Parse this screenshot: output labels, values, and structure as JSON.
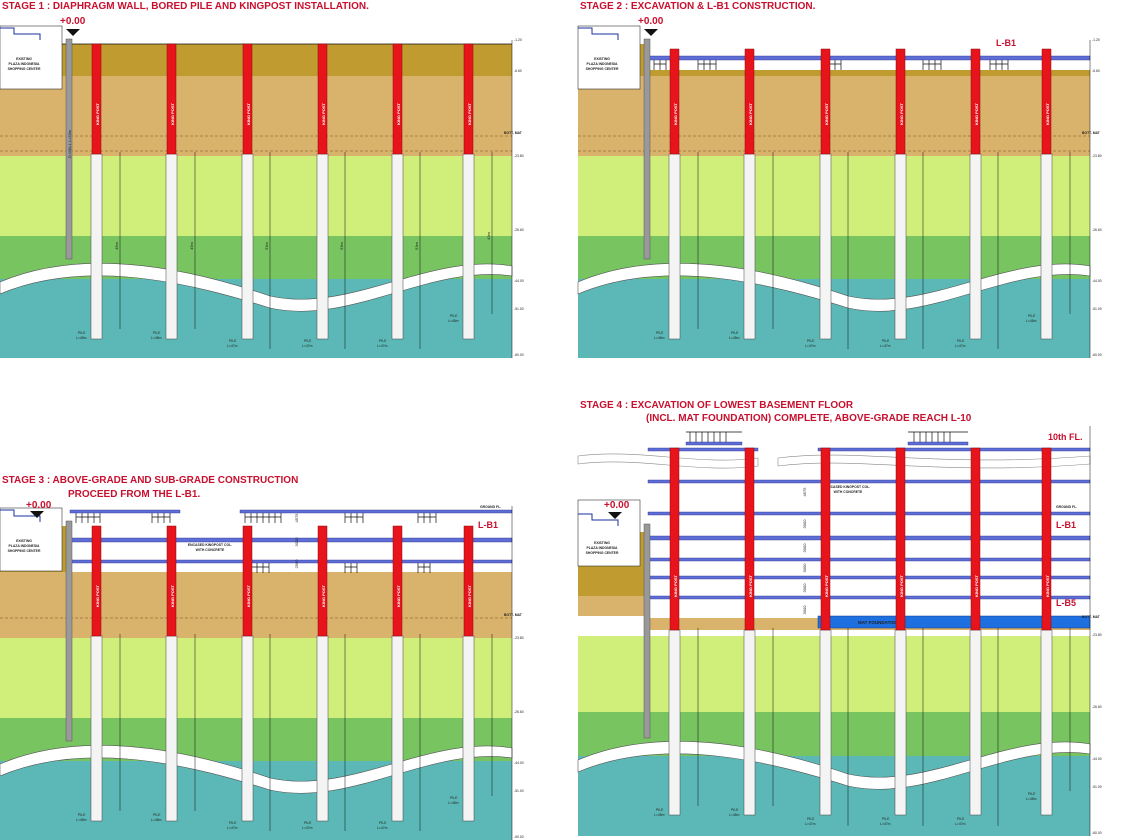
{
  "stages": [
    {
      "id": "stage1",
      "title_lines": [
        "STAGE 1 :   DIAPHRAGM WALL, BORED PILE AND KINGPOST INSTALLATION."
      ],
      "datum_label": "+0.00",
      "existing_building": [
        "EXISTING",
        "PLAZA INDONESIA",
        "SHOPPING CENTER"
      ],
      "level_tag": "",
      "top_floor_tag": ""
    },
    {
      "id": "stage2",
      "title_lines": [
        "STAGE 2 :   EXCAVATION & L-B1 CONSTRUCTION."
      ],
      "datum_label": "+0.00",
      "existing_building": [
        "EXISTING",
        "PLAZA INDONESIA",
        "SHOPPING CENTER"
      ],
      "level_tag": "L-B1",
      "top_floor_tag": ""
    },
    {
      "id": "stage3",
      "title_lines": [
        "STAGE 3 :   ABOVE-GRADE AND SUB-GRADE CONSTRUCTION",
        "PROCEED FROM THE L-B1."
      ],
      "datum_label": "+0.00",
      "existing_building": [
        "EXISTING",
        "PLAZA INDONESIA",
        "SHOPPING CENTER"
      ],
      "level_tag": "L-B1",
      "top_floor_tag": "",
      "ground_label": "GROUND FL.",
      "note": [
        "ENCASED KINGPOST COL.",
        "WITH CONCRETE"
      ]
    },
    {
      "id": "stage4",
      "title_lines": [
        "STAGE 4 :   EXCAVATION OF LOWEST BASEMENT FLOOR",
        "(INCL. MAT FOUNDATION) COMPLETE, ABOVE-GRADE REACH L-10"
      ],
      "datum_label": "+0.00",
      "existing_building": [
        "EXISTING",
        "PLAZA INDONESIA",
        "SHOPPING CENTER"
      ],
      "level_tag": "L-B1",
      "level_tag2": "L-B5",
      "top_floor_tag": "10th FL.",
      "ground_label": "GROUND FL.",
      "note": [
        "ENCASED KINGPOST COL.",
        "WITH CONCRETE"
      ],
      "mat_label": "MAT FOUNDATION"
    }
  ],
  "labels": {
    "kingpost": "KING POST",
    "dwall": "D-WALL L=33m",
    "bott_mat": "BOTT. MAT",
    "pile_len": [
      "PILE",
      "L=45m",
      "PILE",
      "L=45m",
      "PILE",
      "L=47m",
      "PILE",
      "L=47m",
      "PILE",
      "L=47m",
      "PILE",
      "L=45m"
    ],
    "len_marks": [
      "45m",
      "45m",
      "53m",
      "53m",
      "53m",
      "43m"
    ],
    "rhs_levels": [
      "-1.20",
      "-6.60",
      "-23.80",
      "-26.60",
      "-44.00",
      "-51.00",
      "-60.00"
    ],
    "dims": [
      "4575",
      "3000",
      "3000",
      "3000",
      "3000",
      "3000",
      "3000",
      "2500"
    ]
  },
  "colors": {
    "title": "#c8102e",
    "soil_top": "#bf9b30",
    "soil_tan": "#d9b36c",
    "soil_lime": "#cfee7a",
    "soil_green": "#78c461",
    "soil_teal": "#5bb8b6",
    "kingpost": "#e8141c",
    "slab": "#5f6ed6",
    "mat": "#1e6fe0",
    "pile": "#f4f4f4",
    "dwall": "#999999"
  }
}
